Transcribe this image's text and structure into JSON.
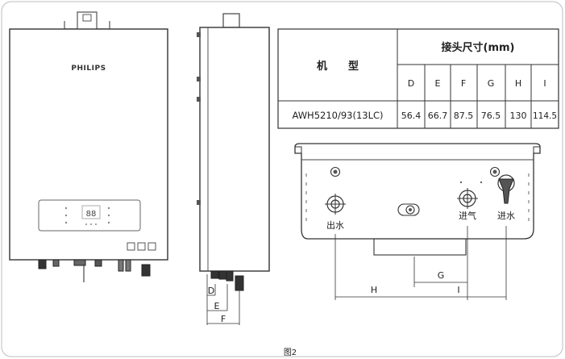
{
  "brand": "PHILIPS",
  "display_readout": "88",
  "table": {
    "model_header": "机　　型",
    "group_header": "接头尺寸(mm)",
    "columns": [
      "D",
      "E",
      "F",
      "G",
      "H",
      "I"
    ],
    "row": {
      "model": "AWH5210/93(13LC)",
      "values": [
        "56.4",
        "66.7",
        "87.5",
        "76.5",
        "130",
        "114.5"
      ]
    }
  },
  "ports": {
    "outlet": "出水",
    "gas": "进气",
    "inlet": "进水"
  },
  "dimension_labels": {
    "D": "D",
    "E": "E",
    "F": "F",
    "G": "G",
    "H": "H",
    "I": "I"
  },
  "figure_caption": "图2"
}
